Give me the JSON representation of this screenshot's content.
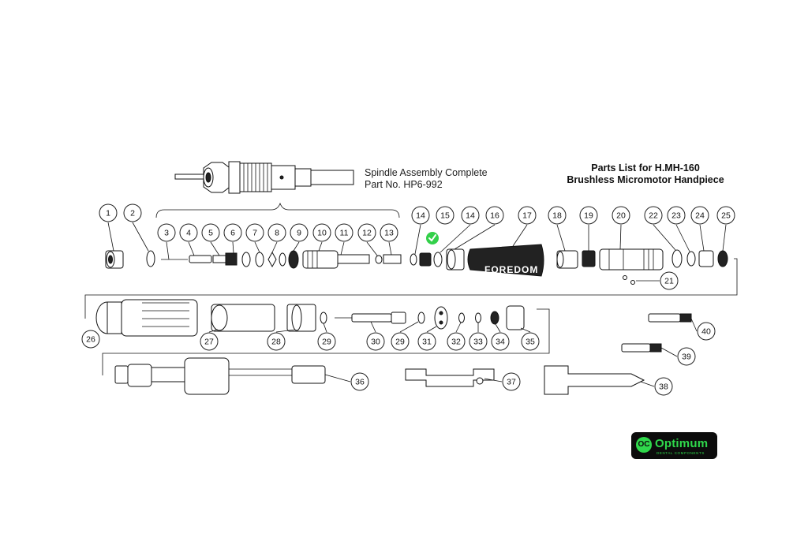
{
  "title": {
    "line1": "Parts List for H.MH-160",
    "line2": "Brushless Micromotor Handpiece"
  },
  "spindle_assembly": {
    "line1": "Spindle Assembly Complete",
    "line2": "Part No. HP6-992"
  },
  "brand_mark": "FOREDOM",
  "logo": {
    "name": "Optimum",
    "tagline": "DENTAL COMPONENTS"
  },
  "callouts": [
    {
      "label": "1"
    },
    {
      "label": "2"
    },
    {
      "label": "3"
    },
    {
      "label": "4"
    },
    {
      "label": "5"
    },
    {
      "label": "6"
    },
    {
      "label": "7"
    },
    {
      "label": "8"
    },
    {
      "label": "9"
    },
    {
      "label": "10"
    },
    {
      "label": "11"
    },
    {
      "label": "12"
    },
    {
      "label": "13"
    },
    {
      "label": "14"
    },
    {
      "label": "15",
      "status": "checked"
    },
    {
      "label": "14"
    },
    {
      "label": "16"
    },
    {
      "label": "17"
    },
    {
      "label": "18"
    },
    {
      "label": "19"
    },
    {
      "label": "20"
    },
    {
      "label": "21"
    },
    {
      "label": "22"
    },
    {
      "label": "23"
    },
    {
      "label": "24"
    },
    {
      "label": "25"
    },
    {
      "label": "26"
    },
    {
      "label": "27"
    },
    {
      "label": "28"
    },
    {
      "label": "29"
    },
    {
      "label": "30"
    },
    {
      "label": "29"
    },
    {
      "label": "31"
    },
    {
      "label": "32"
    },
    {
      "label": "33"
    },
    {
      "label": "34"
    },
    {
      "label": "35"
    },
    {
      "label": "36"
    },
    {
      "label": "37"
    },
    {
      "label": "38"
    },
    {
      "label": "39"
    },
    {
      "label": "40"
    }
  ],
  "colors": {
    "line": "#111111",
    "check": "#33d04a",
    "logo_bg": "#0c0c0c",
    "logo_fg": "#2fd84b"
  },
  "icons": {
    "check": "check-circle-icon"
  }
}
